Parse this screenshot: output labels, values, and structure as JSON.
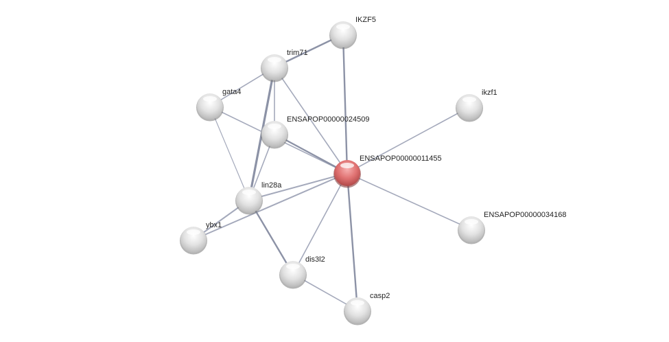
{
  "network": {
    "query_node": "ENSAPOP00000011455",
    "colors": {
      "query": "#e06a6a",
      "neighbor": "#dcdcdc",
      "edge": "#9aa0b4"
    },
    "nodes": [
      {
        "id": "IKZF5",
        "label": "IKZF5"
      },
      {
        "id": "trim71",
        "label": "trim71"
      },
      {
        "id": "gata4",
        "label": "gata4"
      },
      {
        "id": "ENSAPOP00000024509",
        "label": "ENSAPOP00000024509"
      },
      {
        "id": "ikzf1",
        "label": "ikzf1"
      },
      {
        "id": "ENSAPOP00000011455",
        "label": "ENSAPOP00000011455"
      },
      {
        "id": "lin28a",
        "label": "lin28a"
      },
      {
        "id": "ybx1",
        "label": "ybx1"
      },
      {
        "id": "ENSAPOP00000034168",
        "label": "ENSAPOP00000034168"
      },
      {
        "id": "dis3l2",
        "label": "dis3l2"
      },
      {
        "id": "casp2",
        "label": "casp2"
      }
    ],
    "edges": [
      {
        "a": "IKZF5",
        "b": "trim71",
        "strength": 3
      },
      {
        "a": "IKZF5",
        "b": "ENSAPOP00000011455",
        "strength": 3
      },
      {
        "a": "trim71",
        "b": "gata4",
        "strength": 2
      },
      {
        "a": "trim71",
        "b": "ENSAPOP00000011455",
        "strength": 2
      },
      {
        "a": "trim71",
        "b": "lin28a",
        "strength": 4
      },
      {
        "a": "trim71",
        "b": "ENSAPOP00000024509",
        "strength": 2
      },
      {
        "a": "gata4",
        "b": "ENSAPOP00000011455",
        "strength": 2
      },
      {
        "a": "gata4",
        "b": "lin28a",
        "strength": 1.5
      },
      {
        "a": "ENSAPOP00000024509",
        "b": "ENSAPOP00000011455",
        "strength": 3
      },
      {
        "a": "ENSAPOP00000024509",
        "b": "lin28a",
        "strength": 2
      },
      {
        "a": "ENSAPOP00000011455",
        "b": "ikzf1",
        "strength": 2
      },
      {
        "a": "ENSAPOP00000011455",
        "b": "ENSAPOP00000034168",
        "strength": 2
      },
      {
        "a": "ENSAPOP00000011455",
        "b": "lin28a",
        "strength": 2.5
      },
      {
        "a": "ENSAPOP00000011455",
        "b": "ybx1",
        "strength": 2.5
      },
      {
        "a": "ENSAPOP00000011455",
        "b": "dis3l2",
        "strength": 2
      },
      {
        "a": "ENSAPOP00000011455",
        "b": "casp2",
        "strength": 3
      },
      {
        "a": "lin28a",
        "b": "ybx1",
        "strength": 2.5
      },
      {
        "a": "lin28a",
        "b": "dis3l2",
        "strength": 3
      },
      {
        "a": "dis3l2",
        "b": "casp2",
        "strength": 2
      }
    ]
  }
}
